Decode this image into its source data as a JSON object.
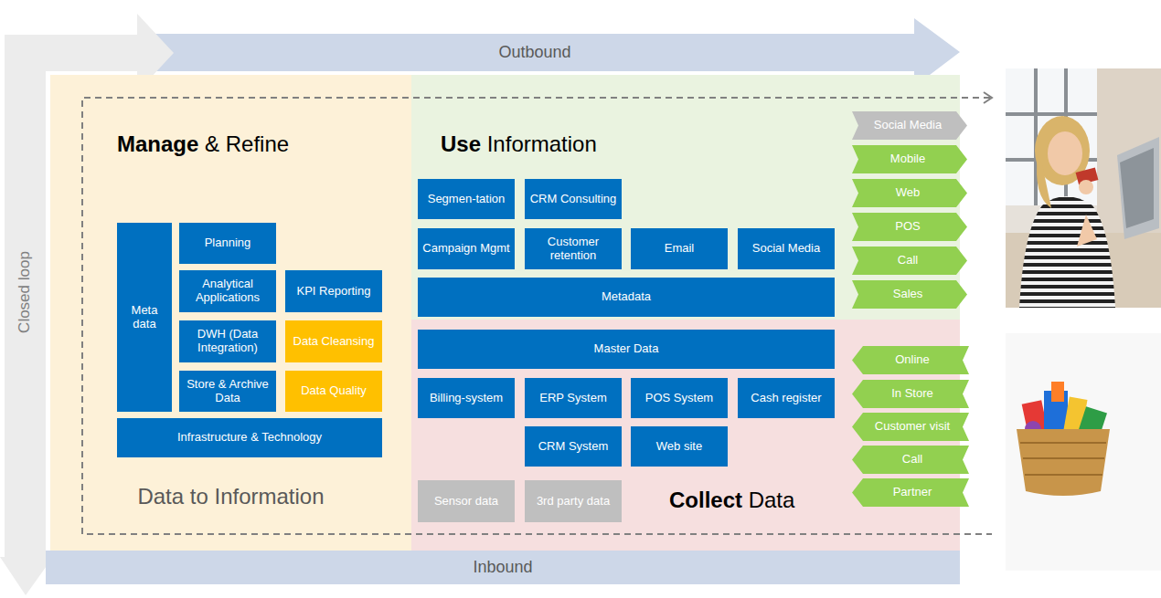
{
  "diagram": {
    "nodes": [
      {
        "text": [
          "Outbound"
        ]
      },
      {
        "text": [
          "Closed loop"
        ]
      },
      {
        "text": [
          "Manage & Refine",
          "Data to Information"
        ]
      },
      {
        "text": [
          "Meta data"
        ],
        "in": 2
      },
      {
        "text": [
          "Planning"
        ],
        "in": 2
      },
      {
        "text": [
          "Analytical Applications"
        ],
        "in": 2
      },
      {
        "text": [
          "KPI Reporting"
        ],
        "in": 2
      },
      {
        "text": [
          "DWH (Data Integration)"
        ],
        "in": 2
      },
      {
        "text": [
          "Data Cleansing"
        ],
        "in": 2
      },
      {
        "text": [
          "Store & Archive Data"
        ],
        "in": 2
      },
      {
        "text": [
          "Data Quality"
        ],
        "in": 2
      },
      {
        "text": [
          "Infrastructure & Technology"
        ],
        "in": 2
      },
      {
        "text": [
          "Use Information"
        ]
      },
      {
        "text": [
          "Segmen-tation"
        ],
        "in": 12
      },
      {
        "text": [
          "CRM Consulting"
        ],
        "in": 12
      },
      {
        "text": [
          "Campaign Mgmt"
        ],
        "in": 12
      },
      {
        "text": [
          "Customer retention"
        ],
        "in": 12
      },
      {
        "text": [
          "Email"
        ],
        "in": 12
      },
      {
        "text": [
          "Social Media"
        ],
        "in": 12
      },
      {
        "text": [
          "Metadata"
        ],
        "in": 12
      },
      {
        "text": [
          "Social Media"
        ]
      },
      {
        "text": [
          "Mobile"
        ]
      },
      {
        "text": [
          "Web"
        ]
      },
      {
        "text": [
          "POS"
        ]
      },
      {
        "text": [
          "Call"
        ]
      },
      {
        "text": [
          "Sales"
        ]
      },
      {
        "text": [
          "Collect Data"
        ]
      },
      {
        "text": [
          "Master Data"
        ],
        "in": 26
      },
      {
        "text": [
          "Billing-system"
        ],
        "in": 26
      },
      {
        "text": [
          "ERP System"
        ],
        "in": 26
      },
      {
        "text": [
          "POS System"
        ],
        "in": 26
      },
      {
        "text": [
          "Cash register"
        ],
        "in": 26
      },
      {
        "text": [
          "CRM System"
        ],
        "in": 26
      },
      {
        "text": [
          "Web site"
        ],
        "in": 26
      },
      {
        "text": [
          "Sensor data"
        ],
        "in": 26
      },
      {
        "text": [
          "3rd party data"
        ],
        "in": 26
      },
      {
        "text": [
          "Online"
        ]
      },
      {
        "text": [
          "In Store"
        ]
      },
      {
        "text": [
          "Customer visit"
        ]
      },
      {
        "text": [
          "Call"
        ]
      },
      {
        "text": [
          "Partner"
        ]
      },
      {
        "text": [
          "Inbound"
        ]
      }
    ]
  }
}
